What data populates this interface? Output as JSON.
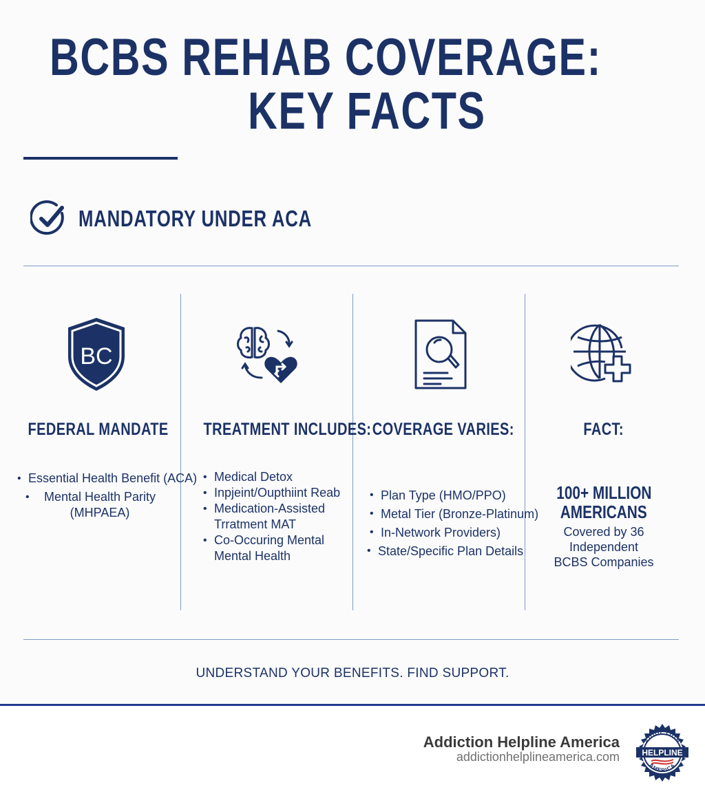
{
  "header": {
    "title_line1": "BCBS REHAB COVERAGE:",
    "title_line2": "KEY FACTS"
  },
  "mandatory": {
    "icon": "check-circle-icon",
    "label": "MANDATORY UNDER ACA"
  },
  "columns": [
    {
      "icon": "shield-bc-icon",
      "icon_text": "BC",
      "heading": "FEDERAL MANDATE",
      "bullets": [
        "Essential Health Benefit (ACA)",
        "Mental Health Parity (MHPAEA)"
      ]
    },
    {
      "icon": "brain-heart-cycle-icon",
      "heading": "TREATMENT INCLUDES:",
      "bullets": [
        "Medical Detox",
        "Inpjeint/Oupthiint Reab",
        "Medication-Assisted Trratment MAT",
        "Co-Occuring Mental Mental Health"
      ]
    },
    {
      "icon": "document-search-icon",
      "heading": "COVERAGE VARIES:",
      "bullets": [
        "Plan Type (HMO/PPO)",
        "Metal Tier (Bronze-Platinum)",
        "In-Network Providers)",
        "State/Specific Plan Details"
      ]
    },
    {
      "icon": "globe-plus-icon",
      "heading": "FACT:",
      "big_line1": "100+ MILLION",
      "big_line2": "AMERICANS",
      "sub_line1": "Covered by 36",
      "sub_line2": "Independent",
      "sub_line3": "BCBS Companies"
    }
  ],
  "tagline": "UNDERSTAND YOUR BENEFITS. FIND SUPPORT.",
  "footer": {
    "brand_name": "Addiction Helpline America",
    "brand_url": "addictionhelplineamerica.com",
    "logo_icon": "helpline-seal-icon",
    "logo_top_text": "ADDICTION",
    "logo_middle_text": "HELPLINE",
    "logo_bottom_text": "AMERICA"
  },
  "colors": {
    "navy": "#1c3266",
    "divider": "#7f9ac7",
    "footer_bar": "#1e3c8c",
    "brand_text": "#3a3a3a",
    "brand_url": "#707070",
    "seal_red": "#d22b2b"
  }
}
